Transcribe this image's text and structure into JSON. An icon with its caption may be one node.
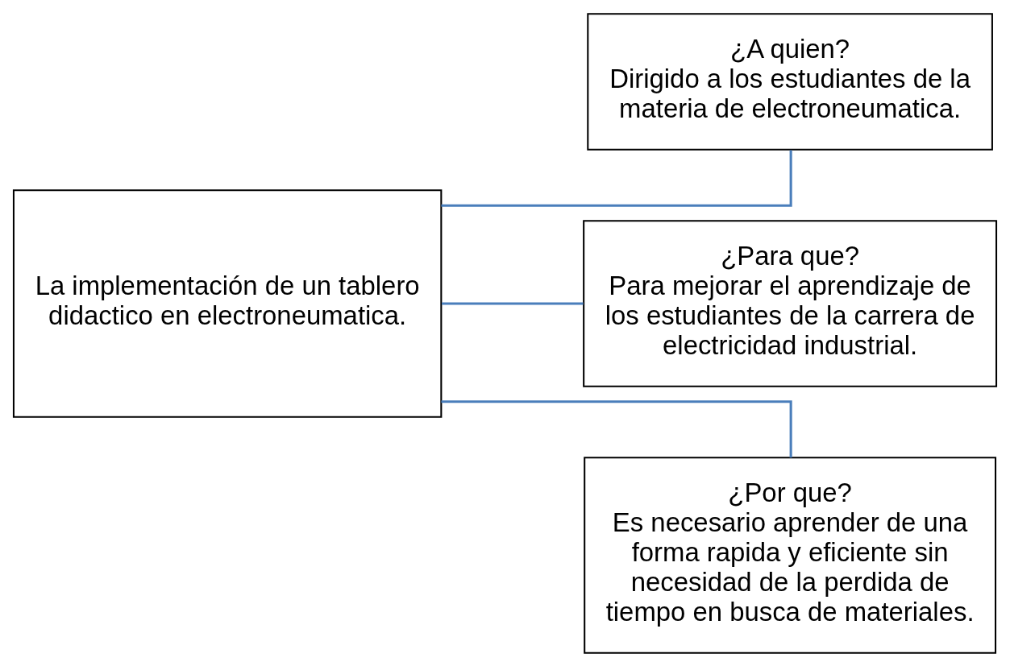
{
  "diagram": {
    "nodes": [
      {
        "text": [
          "La implementación de un tablero didactico en electroneumatica."
        ]
      },
      {
        "text": [
          "¿A quien?",
          "Dirigido a los estudiantes de la materia de electroneumatica."
        ]
      },
      {
        "text": [
          "¿Para que?",
          "Para mejorar el aprendizaje de los estudiantes de la carrera de electricidad industrial."
        ]
      },
      {
        "text": [
          "¿Por que?",
          "Es necesario aprender de una forma rapida y eficiente sin necesidad de la perdida de tiempo en busca de materiales."
        ]
      }
    ],
    "edges": [
      {
        "from": 0,
        "to": 1,
        "arrow": "none"
      },
      {
        "from": 0,
        "to": 2,
        "arrow": "none"
      },
      {
        "from": 0,
        "to": 3,
        "arrow": "none"
      }
    ]
  }
}
